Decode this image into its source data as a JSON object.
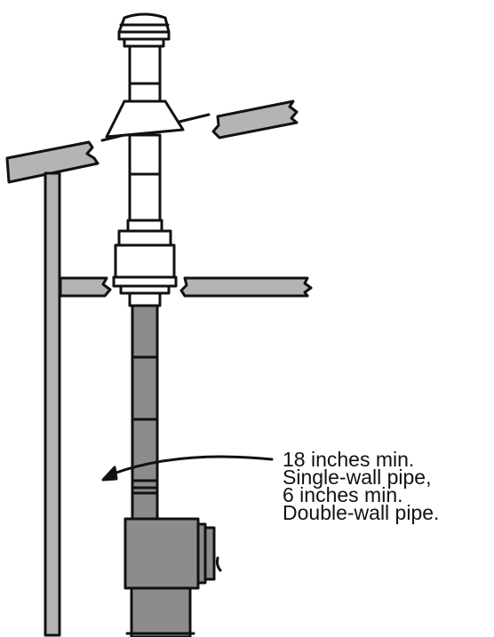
{
  "colors": {
    "outline": "#111111",
    "gray_fill": "#b4b4b4",
    "dark_fill": "#8c8c8c",
    "white_fill": "#ffffff"
  },
  "labels": {
    "line1": "18 inches min.",
    "line2": "Single-wall pipe,",
    "line3": "6 inches min.",
    "line4": "Double-wall pipe."
  }
}
